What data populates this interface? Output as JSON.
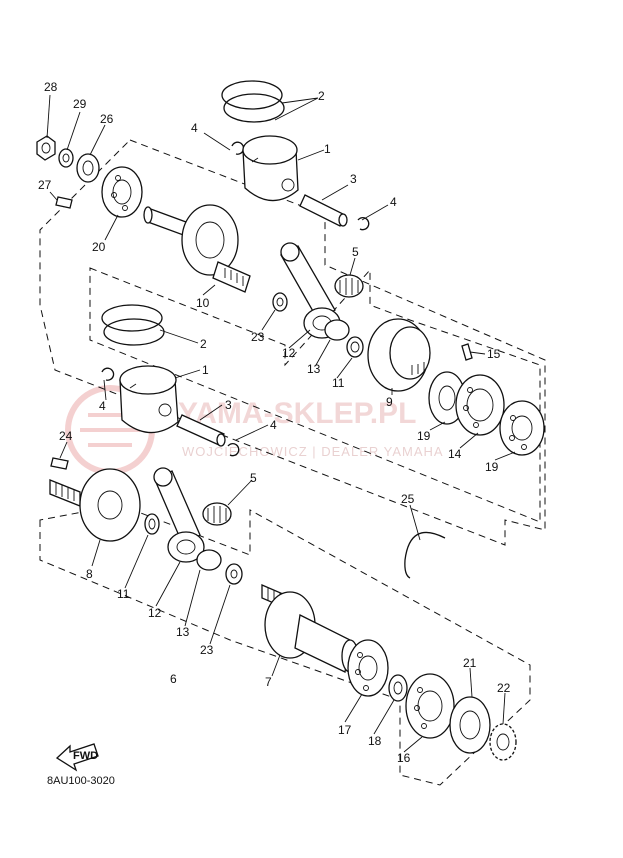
{
  "watermark": {
    "brand": "YAMA-SKLEP.PL",
    "subtitle": "WOJCIECHOWICZ | DEALER YAMAHA"
  },
  "diagram_code": "8AU100-3020",
  "fwd_label": "FWD",
  "callouts": {
    "c28": "28",
    "c29": "29",
    "c26": "26",
    "c27": "27",
    "c20": "20",
    "c2a": "2",
    "c4a": "4",
    "c1a": "1",
    "c3a": "3",
    "c4b": "4",
    "c5a": "5",
    "c10": "10",
    "c23a": "23",
    "c12a": "12",
    "c13a": "13",
    "c11a": "11",
    "c9": "9",
    "c15": "15",
    "c19a": "19",
    "c14": "14",
    "c19b": "19",
    "c2b": "2",
    "c1b": "1",
    "c4c": "4",
    "c3b": "3",
    "c4d": "4",
    "c24": "24",
    "c5b": "5",
    "c8": "8",
    "c11b": "11",
    "c12b": "12",
    "c13b": "13",
    "c23b": "23",
    "c6": "6",
    "c7": "7",
    "c25": "25",
    "c17": "17",
    "c18": "18",
    "c16": "16",
    "c21": "21",
    "c22": "22"
  }
}
